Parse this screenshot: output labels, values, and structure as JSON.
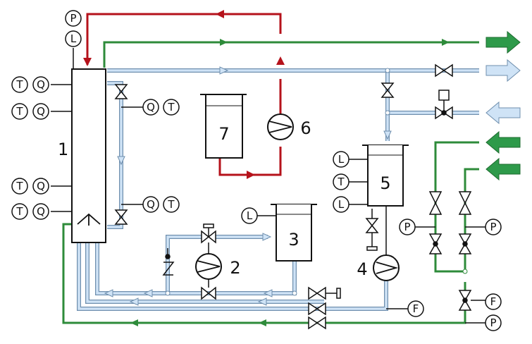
{
  "colors": {
    "red_line": "#b5121b",
    "green_line": "#2e8b3a",
    "blue_line": "#a9c8e6",
    "blue_line_edge": "#6f8fae",
    "green_arrow": "#2e9a4a",
    "blue_arrow": "#cfe3f6",
    "black": "#111111"
  },
  "equipment": {
    "column": "1",
    "pump_2": "2",
    "tank_3": "3",
    "pump_4": "4",
    "tank_5": "5",
    "pump_6": "6",
    "tank_7": "7"
  },
  "instruments": {
    "P": "P",
    "L": "L",
    "T": "T",
    "Q": "Q",
    "F": "F"
  }
}
